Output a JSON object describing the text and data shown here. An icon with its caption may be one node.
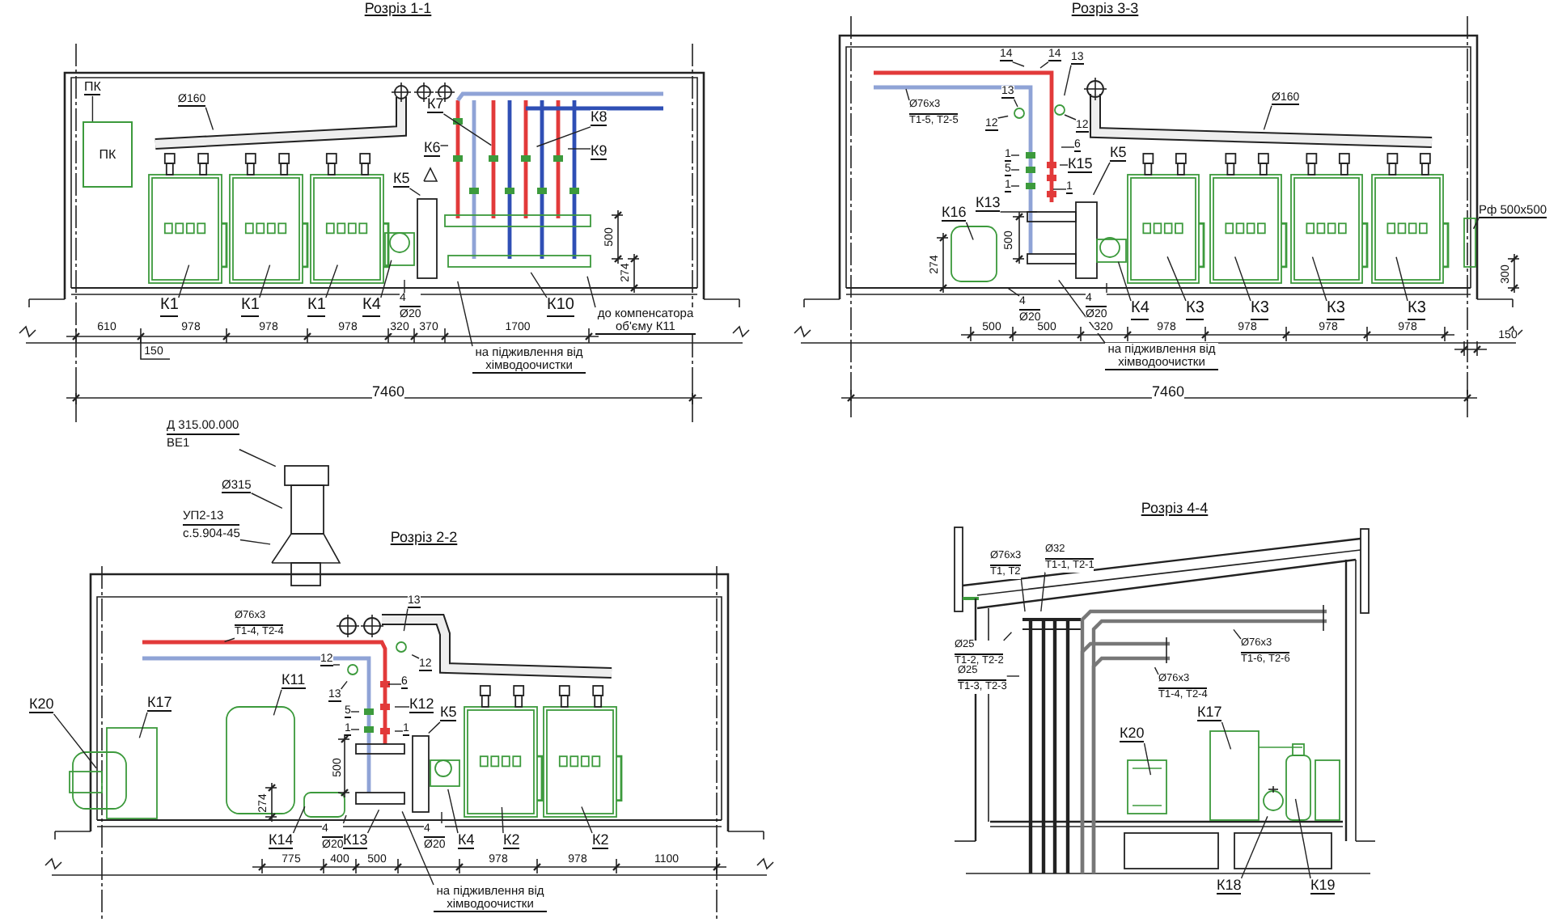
{
  "diagram": {
    "nodes": [
      {
        "text": [
          "ПК"
        ]
      },
      {
        "text": [
          "ПК"
        ]
      },
      {
        "text": [
          "Ø160"
        ]
      },
      {
        "text": [
          "К7"
        ]
      },
      {
        "text": [
          "К6"
        ]
      },
      {
        "text": [
          "К8"
        ]
      },
      {
        "text": [
          "К9"
        ]
      },
      {
        "text": [
          "К5"
        ]
      },
      {
        "text": [
          "К1"
        ]
      },
      {
        "text": [
          "К1"
        ]
      },
      {
        "text": [
          "К1"
        ]
      },
      {
        "text": [
          "К4"
        ]
      },
      {
        "text": [
          "4",
          "Ø20"
        ]
      },
      {
        "text": [
          "К10"
        ]
      },
      {
        "text": [
          "до компенсатора об'єму К11"
        ]
      },
      {
        "text": [
          "на підживлення від хімводоочистки"
        ]
      },
      {
        "text": [
          "14"
        ]
      },
      {
        "text": [
          "14"
        ]
      },
      {
        "text": [
          "13"
        ]
      },
      {
        "text": [
          "12"
        ]
      },
      {
        "text": [
          "Ø76x3",
          "Т1-5, Т2-5"
        ]
      },
      {
        "text": [
          "13"
        ]
      },
      {
        "text": [
          "12"
        ]
      },
      {
        "text": [
          "1"
        ]
      },
      {
        "text": [
          "5"
        ]
      },
      {
        "text": [
          "1"
        ]
      },
      {
        "text": [
          "6"
        ]
      },
      {
        "text": [
          "К15"
        ]
      },
      {
        "text": [
          "1"
        ]
      },
      {
        "text": [
          "К5"
        ]
      },
      {
        "text": [
          "К13"
        ]
      },
      {
        "text": [
          "К16"
        ]
      },
      {
        "text": [
          "4",
          "Ø20"
        ]
      },
      {
        "text": [
          "4",
          "Ø20"
        ]
      },
      {
        "text": [
          "К4"
        ]
      },
      {
        "text": [
          "К3"
        ]
      },
      {
        "text": [
          "К3"
        ]
      },
      {
        "text": [
          "К3"
        ]
      },
      {
        "text": [
          "К3"
        ]
      },
      {
        "text": [
          "Ø160"
        ]
      },
      {
        "text": [
          "Рф 500х500"
        ]
      },
      {
        "text": [
          "на підживлення від хімводоочистки"
        ]
      },
      {
        "text": [
          "Д 315.00.000",
          "ВЕ1"
        ]
      },
      {
        "text": [
          "Ø315"
        ]
      },
      {
        "text": [
          "УП2-13",
          "с.5.904-45"
        ]
      },
      {
        "text": [
          "Ø76x3",
          "Т1-4, Т2-4"
        ]
      },
      {
        "text": [
          "13"
        ]
      },
      {
        "text": [
          "12"
        ]
      },
      {
        "text": [
          "12"
        ]
      },
      {
        "text": [
          "13"
        ]
      },
      {
        "text": [
          "К11"
        ]
      },
      {
        "text": [
          "К17"
        ]
      },
      {
        "text": [
          "К20"
        ]
      },
      {
        "text": [
          "5"
        ]
      },
      {
        "text": [
          "6"
        ]
      },
      {
        "text": [
          "К12"
        ]
      },
      {
        "text": [
          "1"
        ]
      },
      {
        "text": [
          "1"
        ]
      },
      {
        "text": [
          "К5"
        ]
      },
      {
        "text": [
          "К14"
        ]
      },
      {
        "text": [
          "4",
          "Ø20"
        ]
      },
      {
        "text": [
          "К13"
        ]
      },
      {
        "text": [
          "4",
          "Ø20"
        ]
      },
      {
        "text": [
          "К4"
        ]
      },
      {
        "text": [
          "К2"
        ]
      },
      {
        "text": [
          "К2"
        ]
      },
      {
        "text": [
          "на підживлення від хімводоочистки"
        ]
      },
      {
        "text": [
          "Ø76x3",
          "Т1, Т2"
        ]
      },
      {
        "text": [
          "Ø32",
          "Т1-1, Т2-1"
        ]
      },
      {
        "text": [
          "Ø25",
          "Т1-2, Т2-2"
        ]
      },
      {
        "text": [
          "Ø25",
          "Т1-3, Т2-3"
        ]
      },
      {
        "text": [
          "Ø76x3",
          "Т1-6, Т2-6"
        ]
      },
      {
        "text": [
          "Ø76x3",
          "Т1-4, Т2-4"
        ]
      },
      {
        "text": [
          "К20"
        ]
      },
      {
        "text": [
          "К17"
        ]
      },
      {
        "text": [
          "К18"
        ]
      },
      {
        "text": [
          "К19"
        ]
      }
    ],
    "edges": [
      {
        "from": 0,
        "to": 1,
        "arrow": "none"
      },
      {
        "from": 2,
        "to": null,
        "arrow": "none"
      },
      {
        "from": 3,
        "to": null,
        "arrow": "none"
      },
      {
        "from": 4,
        "to": null,
        "arrow": "none"
      },
      {
        "from": 5,
        "to": null,
        "arrow": "none"
      },
      {
        "from": 6,
        "to": null,
        "arrow": "none"
      },
      {
        "from": 7,
        "to": null,
        "arrow": "none"
      },
      {
        "from": 8,
        "to": null,
        "arrow": "none"
      },
      {
        "from": 9,
        "to": null,
        "arrow": "none"
      },
      {
        "from": 10,
        "to": null,
        "arrow": "none"
      },
      {
        "from": 11,
        "to": null,
        "arrow": "none"
      },
      {
        "from": 12,
        "to": null,
        "arrow": "none"
      },
      {
        "from": 13,
        "to": null,
        "arrow": "none"
      },
      {
        "from": 14,
        "to": null,
        "arrow": "none"
      },
      {
        "from": 15,
        "to": null,
        "arrow": "none"
      },
      {
        "from": 16,
        "to": null,
        "arrow": "none"
      },
      {
        "from": 17,
        "to": null,
        "arrow": "none"
      },
      {
        "from": 18,
        "to": null,
        "arrow": "none"
      },
      {
        "from": 19,
        "to": null,
        "arrow": "none"
      },
      {
        "from": 20,
        "to": null,
        "arrow": "none"
      },
      {
        "from": 21,
        "to": null,
        "arrow": "none"
      },
      {
        "from": 22,
        "to": null,
        "arrow": "none"
      },
      {
        "from": 23,
        "to": null,
        "arrow": "none"
      },
      {
        "from": 24,
        "to": null,
        "arrow": "none"
      },
      {
        "from": 25,
        "to": null,
        "arrow": "none"
      },
      {
        "from": 26,
        "to": null,
        "arrow": "none"
      },
      {
        "from": 27,
        "to": null,
        "arrow": "none"
      },
      {
        "from": 28,
        "to": null,
        "arrow": "none"
      },
      {
        "from": 29,
        "to": null,
        "arrow": "none"
      },
      {
        "from": 30,
        "to": null,
        "arrow": "none"
      },
      {
        "from": 31,
        "to": null,
        "arrow": "none"
      },
      {
        "from": 32,
        "to": null,
        "arrow": "none"
      },
      {
        "from": 33,
        "to": null,
        "arrow": "none"
      },
      {
        "from": 34,
        "to": null,
        "arrow": "none"
      },
      {
        "from": 35,
        "to": null,
        "arrow": "none"
      },
      {
        "from": 36,
        "to": null,
        "arrow": "none"
      },
      {
        "from": 37,
        "to": null,
        "arrow": "none"
      },
      {
        "from": 38,
        "to": null,
        "arrow": "none"
      },
      {
        "from": 39,
        "to": null,
        "arrow": "none"
      },
      {
        "from": 40,
        "to": null,
        "arrow": "none"
      },
      {
        "from": 41,
        "to": null,
        "arrow": "none"
      },
      {
        "from": 42,
        "to": null,
        "arrow": "none"
      },
      {
        "from": 43,
        "to": null,
        "arrow": "none"
      },
      {
        "from": 44,
        "to": null,
        "arrow": "none"
      },
      {
        "from": 45,
        "to": null,
        "arrow": "none"
      },
      {
        "from": 46,
        "to": null,
        "arrow": "none"
      },
      {
        "from": 47,
        "to": null,
        "arrow": "none"
      },
      {
        "from": 48,
        "to": null,
        "arrow": "none"
      },
      {
        "from": 49,
        "to": null,
        "arrow": "none"
      },
      {
        "from": 50,
        "to": null,
        "arrow": "none"
      },
      {
        "from": 51,
        "to": null,
        "arrow": "none"
      },
      {
        "from": 52,
        "to": null,
        "arrow": "none"
      },
      {
        "from": 53,
        "to": null,
        "arrow": "none"
      },
      {
        "from": 54,
        "to": null,
        "arrow": "none"
      },
      {
        "from": 55,
        "to": null,
        "arrow": "none"
      },
      {
        "from": 56,
        "to": null,
        "arrow": "none"
      },
      {
        "from": 57,
        "to": null,
        "arrow": "none"
      },
      {
        "from": 58,
        "to": null,
        "arrow": "none"
      },
      {
        "from": 59,
        "to": null,
        "arrow": "none"
      },
      {
        "from": 60,
        "to": null,
        "arrow": "none"
      },
      {
        "from": 61,
        "to": null,
        "arrow": "none"
      },
      {
        "from": 62,
        "to": null,
        "arrow": "none"
      },
      {
        "from": 63,
        "to": null,
        "arrow": "none"
      },
      {
        "from": 64,
        "to": null,
        "arrow": "none"
      },
      {
        "from": 65,
        "to": null,
        "arrow": "none"
      },
      {
        "from": 66,
        "to": null,
        "arrow": "none"
      },
      {
        "from": 67,
        "to": null,
        "arrow": "none"
      },
      {
        "from": 68,
        "to": null,
        "arrow": "none"
      },
      {
        "from": 69,
        "to": null,
        "arrow": "none"
      },
      {
        "from": 70,
        "to": null,
        "arrow": "none"
      },
      {
        "from": 71,
        "to": null,
        "arrow": "none"
      },
      {
        "from": 72,
        "to": null,
        "arrow": "none"
      },
      {
        "from": 73,
        "to": null,
        "arrow": "none"
      },
      {
        "from": 74,
        "to": null,
        "arrow": "none"
      },
      {
        "from": 75,
        "to": null,
        "arrow": "none"
      },
      {
        "from": 76,
        "to": null,
        "arrow": "none"
      }
    ],
    "labels": [
      "Розріз 1-1",
      "Розріз 3-3",
      "610",
      "978",
      "978",
      "978",
      "320",
      "370",
      "1700",
      "500",
      "274",
      "150",
      "7460",
      "274",
      "500",
      "500",
      "500",
      "320",
      "978",
      "978",
      "978",
      "978",
      "300",
      "150",
      "7460",
      "Розріз 2-2",
      "Розріз 4-4",
      "500",
      "274",
      "775",
      "400",
      "500",
      "978",
      "978",
      "1100"
    ]
  }
}
